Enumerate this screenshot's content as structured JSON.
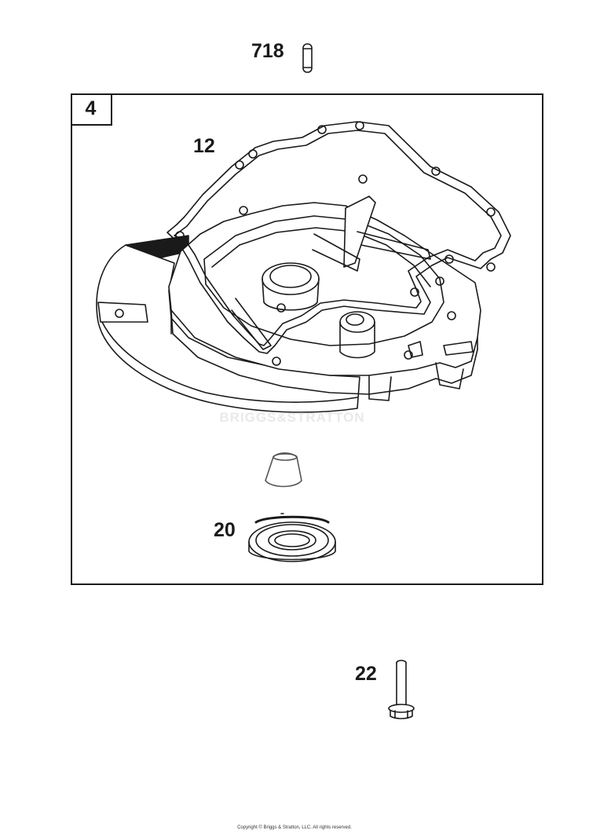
{
  "assembly": {
    "ref": "4"
  },
  "parts": [
    {
      "ref": "718",
      "part": "dowel-pin"
    },
    {
      "ref": "12",
      "part": "sump-gasket"
    },
    {
      "ref": "20",
      "part": "oil-seal"
    },
    {
      "ref": "22",
      "part": "flange-bolt"
    }
  ],
  "watermark": "BRIGGS&STRATTON",
  "copyright": "Copyright © Briggs & Stratton, LLC. All rights reserved.",
  "colors": {
    "line": "#1a1a1a",
    "watermark": "#e9e9e9",
    "background": "#ffffff"
  }
}
